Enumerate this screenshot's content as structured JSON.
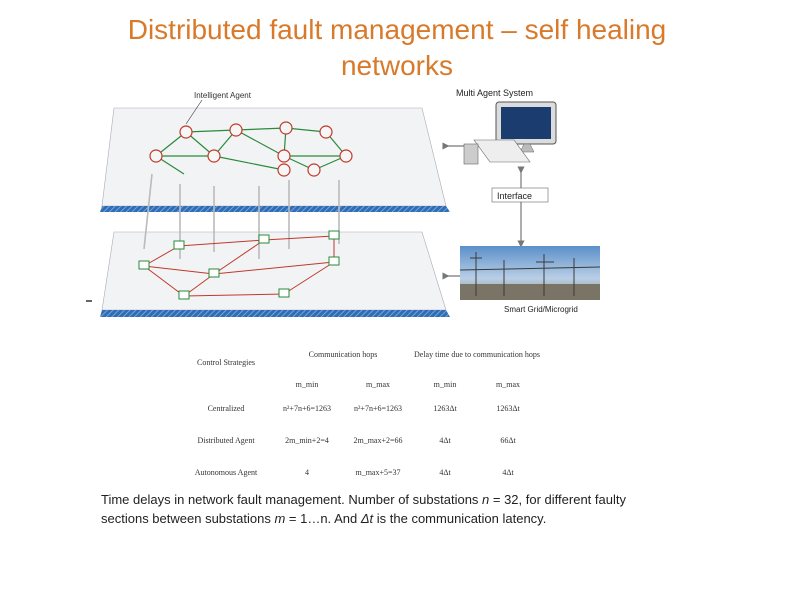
{
  "title_line1": "Distributed fault management – self healing",
  "title_line2": "networks",
  "figure": {
    "intelligent_agent_label": "Intelligent Agent",
    "mas_label": "Multi Agent System",
    "interface_label": "Interface",
    "grid_label": "Smart Grid/Microgrid"
  },
  "table": {
    "col_strategies": "Control Strategies",
    "col_hops": "Communication hops",
    "col_delay": "Delay time due to communication hops",
    "sub_min1": "m_min",
    "sub_max1": "m_max",
    "sub_min2": "m_min",
    "sub_max2": "m_max",
    "rows": [
      {
        "name": "Centralized",
        "c1": "n²+7n+6=1263",
        "c2": "n²+7n+6=1263",
        "c3": "1263Δt",
        "c4": "1263Δt"
      },
      {
        "name": "Distributed Agent",
        "c1": "2m_min+2=4",
        "c2": "2m_max+2=66",
        "c3": "4Δt",
        "c4": "66Δt"
      },
      {
        "name": "Autonomous Agent",
        "c1": "4",
        "c2": "m_max+5=37",
        "c3": "4Δt",
        "c4": "4Δt"
      }
    ]
  },
  "caption": {
    "p1": "Time delays in network fault management. Number of substations ",
    "n": "n",
    "p2": " = 32, for different faulty sections between substations ",
    "m": "m",
    "p3": " = 1…n. And ",
    "dt": "Δt",
    "p4": " is the communication latency."
  }
}
